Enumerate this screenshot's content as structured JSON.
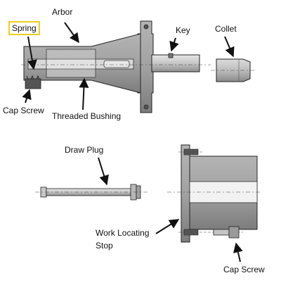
{
  "labels": {
    "arbor": "Arbor",
    "spring": "Spring",
    "key": "Key",
    "collet": "Collet",
    "cap_screw_top": "Cap Screw",
    "threaded_bushing": "Threaded Bushing",
    "draw_plug": "Draw Plug",
    "work_locating_stop": "Work Locating",
    "work_locating_stop_line2": "Stop",
    "cap_screw_bottom": "Cap Screw"
  },
  "colors": {
    "highlight": "#e8d020",
    "part_fill": "#c8c8c8",
    "part_shadow": "#8a8a8a",
    "outline": "#222222"
  }
}
